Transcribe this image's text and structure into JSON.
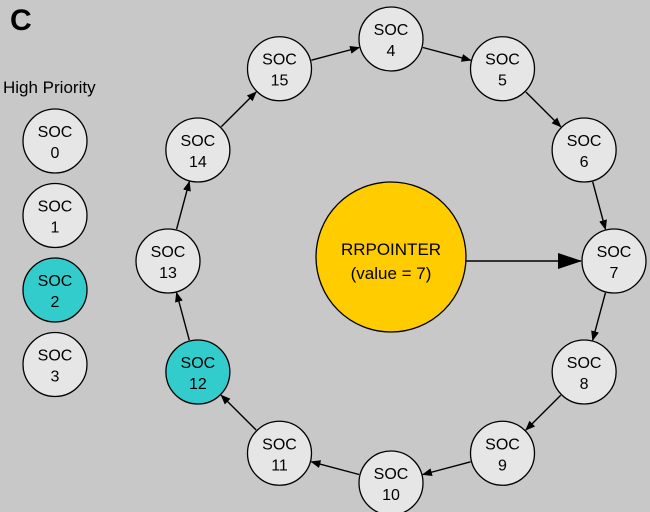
{
  "panel_label": "C",
  "high_priority_label": "High Priority",
  "colors": {
    "background": "#c8c8c8",
    "node_fill": "#e6e6e6",
    "highlight_fill": "#33cccc",
    "pointer_fill": "#ffcc00",
    "stroke": "#000000"
  },
  "priority_nodes": [
    {
      "line1": "SOC",
      "line2": "0",
      "highlighted": false
    },
    {
      "line1": "SOC",
      "line2": "1",
      "highlighted": false
    },
    {
      "line1": "SOC",
      "line2": "2",
      "highlighted": true
    },
    {
      "line1": "SOC",
      "line2": "3",
      "highlighted": false
    }
  ],
  "ring_nodes": [
    {
      "line1": "SOC",
      "line2": "4",
      "highlighted": false
    },
    {
      "line1": "SOC",
      "line2": "5",
      "highlighted": false
    },
    {
      "line1": "SOC",
      "line2": "6",
      "highlighted": false
    },
    {
      "line1": "SOC",
      "line2": "7",
      "highlighted": false
    },
    {
      "line1": "SOC",
      "line2": "8",
      "highlighted": false
    },
    {
      "line1": "SOC",
      "line2": "9",
      "highlighted": false
    },
    {
      "line1": "SOC",
      "line2": "10",
      "highlighted": false
    },
    {
      "line1": "SOC",
      "line2": "11",
      "highlighted": false
    },
    {
      "line1": "SOC",
      "line2": "12",
      "highlighted": true
    },
    {
      "line1": "SOC",
      "line2": "13",
      "highlighted": false
    },
    {
      "line1": "SOC",
      "line2": "14",
      "highlighted": false
    },
    {
      "line1": "SOC",
      "line2": "15",
      "highlighted": false
    }
  ],
  "pointer": {
    "line1": "RRPOINTER",
    "line2": "(value = 7)",
    "target": "7"
  }
}
